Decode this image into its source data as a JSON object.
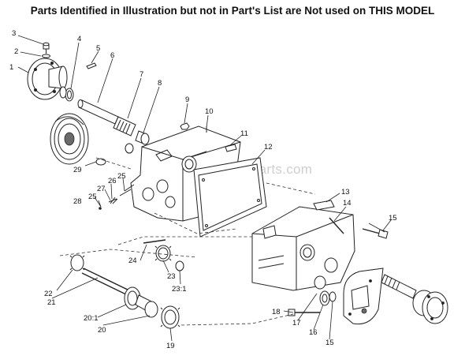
{
  "header": {
    "text": "Parts Identified in Illustration but not in Part's List are Not used on THIS MODEL"
  },
  "watermark": {
    "text": "eReplacementParts.com"
  },
  "callouts": [
    {
      "label": "1"
    },
    {
      "label": "2"
    },
    {
      "label": "3"
    },
    {
      "label": "4"
    },
    {
      "label": "5"
    },
    {
      "label": "6"
    },
    {
      "label": "7"
    },
    {
      "label": "8"
    },
    {
      "label": "9"
    },
    {
      "label": "10"
    },
    {
      "label": "11"
    },
    {
      "label": "12"
    },
    {
      "label": "13"
    },
    {
      "label": "14"
    },
    {
      "label": "15"
    },
    {
      "label": "15"
    },
    {
      "label": "16"
    },
    {
      "label": "17"
    },
    {
      "label": "18"
    },
    {
      "label": "19"
    },
    {
      "label": "20"
    },
    {
      "label": "20:1"
    },
    {
      "label": "21"
    },
    {
      "label": "22"
    },
    {
      "label": "23"
    },
    {
      "label": "23:1"
    },
    {
      "label": "24"
    },
    {
      "label": "25"
    },
    {
      "label": "25"
    },
    {
      "label": "26"
    },
    {
      "label": "27"
    },
    {
      "label": "28"
    },
    {
      "label": "29"
    }
  ]
}
